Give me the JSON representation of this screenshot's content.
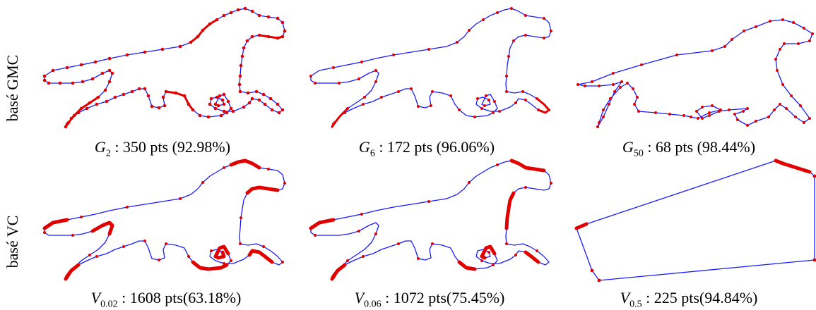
{
  "row_labels": [
    "basé GMC",
    "basé VC"
  ],
  "panels": [
    {
      "symbol": "G",
      "subscript": "2",
      "rest": " : 350 pts (92.98%)"
    },
    {
      "symbol": "G",
      "subscript": "6",
      "rest": " : 172 pts (96.06%)"
    },
    {
      "symbol": "G",
      "subscript": "50",
      "rest": " : 68 pts (98.44%)"
    },
    {
      "symbol": "V",
      "subscript": "0.02",
      "rest": " : 1608 pts(63.18%)"
    },
    {
      "symbol": "V",
      "subscript": "0.06",
      "rest": " : 1072 pts(75.45%)"
    },
    {
      "symbol": "V",
      "subscript": "0.5",
      "rest": " : 225 pts(94.84%)"
    }
  ],
  "colors": {
    "outline": "#1a1aff",
    "points": "#e00000"
  }
}
